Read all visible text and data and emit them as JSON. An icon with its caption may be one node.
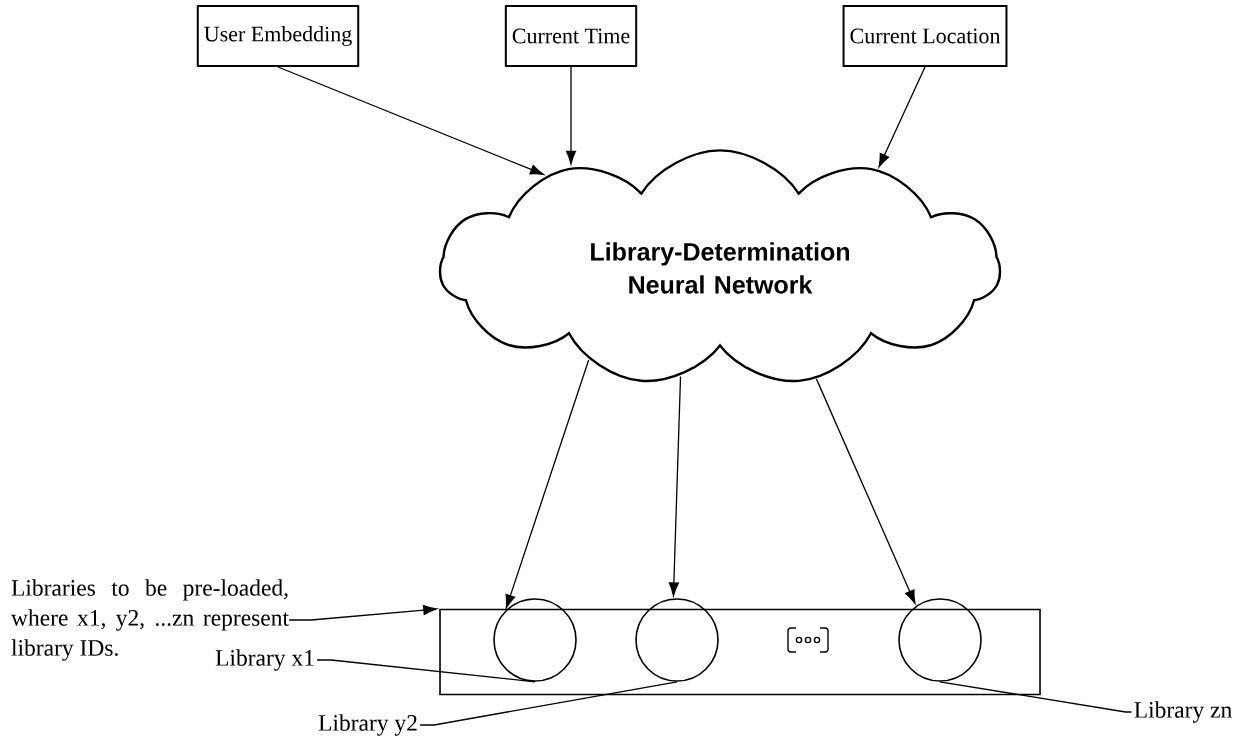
{
  "diagram": {
    "nodes": [
      {
        "text": [
          "User Embedding"
        ]
      },
      {
        "text": [
          "Current Time"
        ]
      },
      {
        "text": [
          "Current Location"
        ]
      },
      {
        "text": [
          "Library-Determination Neural Network"
        ]
      },
      {
        "text": [
          "Libraries to be pre-loaded, where x1, y2, ...zn represent library IDs."
        ]
      },
      {
        "text": [],
        "shape": "box"
      },
      {
        "text": [],
        "shape": "circle",
        "in": 5
      },
      {
        "text": [],
        "shape": "circle",
        "in": 5
      },
      {
        "text": [],
        "shape": "circle",
        "in": 5
      },
      {
        "text": [
          "Library x1"
        ]
      },
      {
        "text": [
          "Library y2"
        ]
      },
      {
        "text": [
          "Library zn"
        ]
      }
    ],
    "edges": [
      {
        "from": 0,
        "to": 3,
        "arrow": "to"
      },
      {
        "from": 1,
        "to": 3,
        "arrow": "to"
      },
      {
        "from": 2,
        "to": 3,
        "arrow": "to"
      },
      {
        "from": 3,
        "to": 6,
        "arrow": "to"
      },
      {
        "from": 3,
        "to": 7,
        "arrow": "to"
      },
      {
        "from": 3,
        "to": 8,
        "arrow": "to"
      },
      {
        "from": 4,
        "to": 5,
        "arrow": "to"
      },
      {
        "from": 9,
        "to": 6,
        "arrow": "none"
      },
      {
        "from": 10,
        "to": 7,
        "arrow": "none"
      },
      {
        "from": 11,
        "to": 8,
        "arrow": "none"
      }
    ]
  }
}
